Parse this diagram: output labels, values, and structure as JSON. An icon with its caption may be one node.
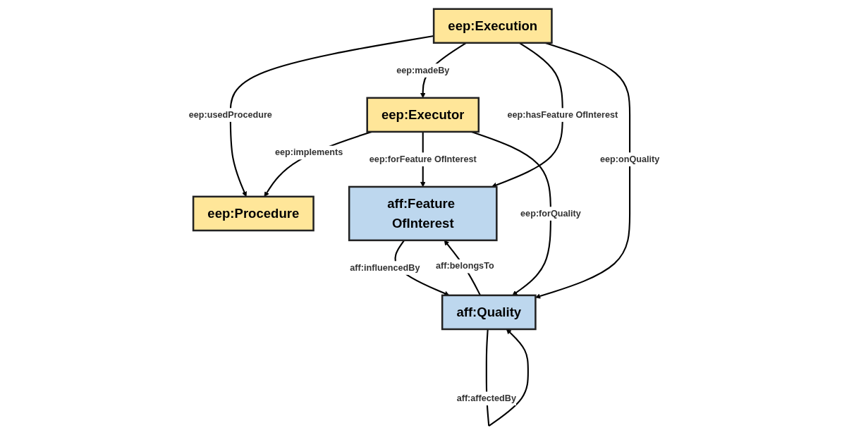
{
  "diagram": {
    "nodes": [
      {
        "text": [
          "eep:Execution"
        ]
      },
      {
        "text": [
          "eep:Executor"
        ]
      },
      {
        "text": [
          "eep:Procedure"
        ]
      },
      {
        "text": [
          "aff:Feature OfInterest"
        ]
      },
      {
        "text": [
          "aff:Quality"
        ]
      }
    ],
    "edges": [
      {
        "from": 0,
        "to": 2,
        "arrow": "to",
        "label": "eep:usedProcedure"
      },
      {
        "from": 0,
        "to": 1,
        "arrow": "to",
        "label": "eep:madeBy"
      },
      {
        "from": 1,
        "to": 2,
        "arrow": "to",
        "label": "eep:implements"
      },
      {
        "from": 0,
        "to": 3,
        "arrow": "to",
        "label": "eep:hasFeature OfInterest"
      },
      {
        "from": 0,
        "to": 4,
        "arrow": "to",
        "label": "eep:onQuality"
      },
      {
        "from": 1,
        "to": 3,
        "arrow": "to",
        "label": "eep:forFeature OfInterest"
      },
      {
        "from": 1,
        "to": 4,
        "arrow": "to",
        "label": "eep:forQuality"
      },
      {
        "from": 3,
        "to": 4,
        "arrow": "to",
        "label": "aff:influencedBy"
      },
      {
        "from": 4,
        "to": 4,
        "arrow": "to",
        "label": "aff:affectedBy"
      },
      {
        "from": 4,
        "to": 3,
        "arrow": "to",
        "label": "aff:belongsTo"
      }
    ]
  }
}
